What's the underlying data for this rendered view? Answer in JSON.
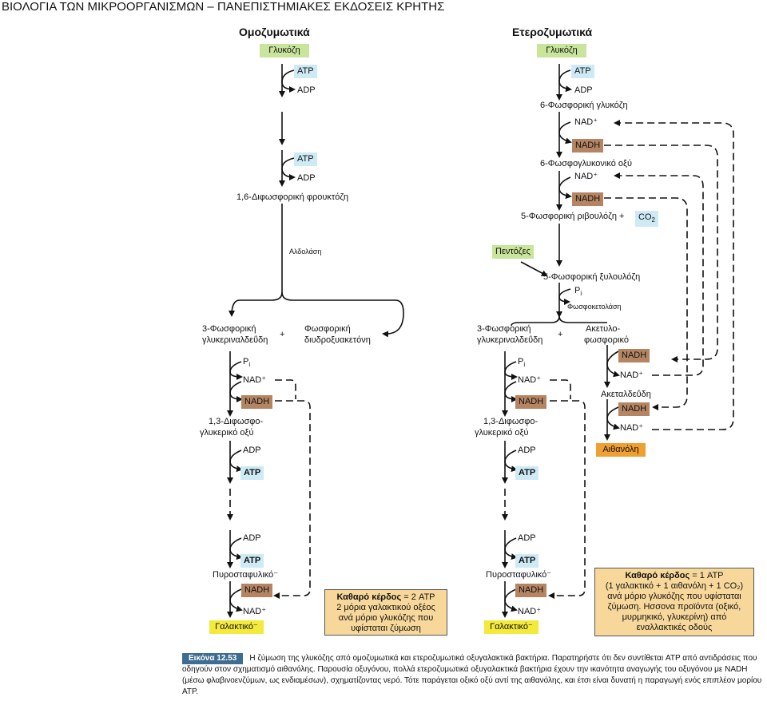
{
  "header": "ΒΙΟΛΟΓΙΑ ΤΩΝ ΜΙΚΡΟΟΡΓΑΝΙΣΜΩΝ – ΠΑΝΕΠΙΣΤΗΜΙΑΚΕΣ ΕΚΔΟΣΕΙΣ ΚΡΗΤΗΣ",
  "left": {
    "title": "Ομοζυμωτικά",
    "glucose": "Γλυκόζη",
    "atp": "ATP",
    "adp": "ADP",
    "fructose": "1,6-Διφωσφορική φρουκτόζη",
    "aldolase": "Αλδολάση",
    "g3p_line1": "3-Φωσφορική",
    "g3p_line2": "γλυκεριναλδεΰδη",
    "plus": "+",
    "dhap_line1": "Φωσφορική",
    "dhap_line2": "διυδροξυακετόνη",
    "pi": "P",
    "pi_sub": "i",
    "nad": "NAD⁺",
    "nadh": "NADH",
    "bpg_line1": "1,3-Διφωσφο-",
    "bpg_line2": "γλυκερικό οξύ",
    "pyruvate": "Πυροσταφυλικό⁻",
    "lactate": "Γαλακτικό⁻",
    "summary_bold": "Καθαρό κέρδος",
    "summary_rest1": " = 2 ATP",
    "summary_line2": "2 μόρια γαλακτικού οξέος",
    "summary_line3": "ανά μόριο γλυκόζης που",
    "summary_line4": "υφίσταται ζύμωση"
  },
  "right": {
    "title": "Ετεροζυμωτικά",
    "glucose": "Γλυκόζη",
    "atp": "ATP",
    "adp": "ADP",
    "g6p": "6-Φωσφορική γλυκόζη",
    "nad": "NAD⁺",
    "nadh": "NADH",
    "pgluconate": "6-Φωσφογλυκονικό οξύ",
    "ribulose": "5-Φωσφορική ριβουλόζη +",
    "co2": "CO",
    "co2_sub": "2",
    "pentoses": "Πεντόζες",
    "xylulose": "5-Φωσφορική ξυλουλόζη",
    "pi": "P",
    "pi_sub": "i",
    "phosphoketolase": "Φωσφοκετολάση",
    "g3p_line1": "3-Φωσφορική",
    "g3p_line2": "γλυκεριναλδεΰδη",
    "plus": "+",
    "acetylp_line1": "Ακετυλο-",
    "acetylp_line2": "φωσφορικό",
    "acetaldehyde": "Ακεταλδεΰδη",
    "ethanol": "Αιθανόλη",
    "bpg_line1": "1,3-Διφωσφο-",
    "bpg_line2": "γλυκερικό οξύ",
    "pyruvate": "Πυροσταφυλικό⁻",
    "lactate": "Γαλακτικό⁻",
    "summary_bold": "Καθαρό κέρδος",
    "summary_rest1": " = 1 ATP",
    "summary_line2": "(1 γαλακτικό + 1 αιθανόλη + 1 CO₂)",
    "summary_line3": "ανά μόριο γλυκόζης που υφίσταται",
    "summary_line4": "ζύμωση. Ησσονα προϊόντα (οξικό,",
    "summary_line5": "μυρμηκικό, γλυκερίνη) από",
    "summary_line6": "εναλλακτικές οδούς"
  },
  "caption": {
    "label": "Εικόνα 12.53",
    "text": "Η ζύμωση της γλυκόζης από ομοζυμωτικά και ετεροζυμωτικά οξυγαλακτικά βακτήρια. Παρατηρήστε ότι δεν συντίθεται ATP από αντιδράσεις που οδηγούν στον σχηματισμό αιθανόλης. Παρουσία οξυγόνου, πολλά ετεροζυμωτικά οξυγαλακτικά βακτήρια έχουν την ικανότητα αναγωγής του οξυγόνου με NADH (μέσω φλαβινοενζύμων, ως ενδιαμέσων), σχηματίζοντας νερό. Τότε παράγεται οξικό οξύ αντί της αιθανόλης, και έτσι είναι δυνατή η παραγωγή ενός επιπλέον μορίου ATP."
  }
}
